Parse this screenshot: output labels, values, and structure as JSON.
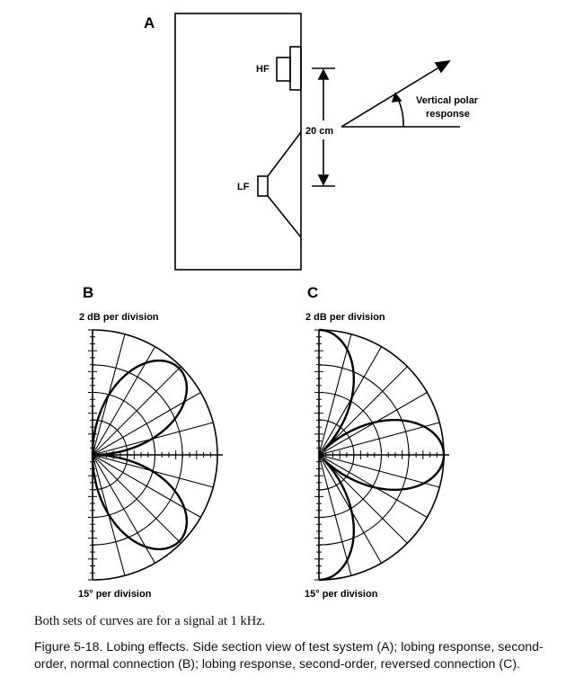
{
  "panel_a": {
    "letter": "A",
    "hf_label": "HF",
    "lf_label": "LF",
    "distance_label": "20 cm",
    "polar_label_line1": "Vertical polar",
    "polar_label_line2": "response"
  },
  "panel_b": {
    "letter": "B",
    "scale_top": "2 dB per division",
    "scale_bottom": "15° per division"
  },
  "panel_c": {
    "letter": "C",
    "scale_top": "2 dB per division",
    "scale_bottom": "15° per division"
  },
  "note": "Both sets of curves are for a signal at 1 kHz.",
  "caption": "Figure 5-18. Lobing effects. Side section view of test system (A); lobing response, second-order, normal connection (B); lobing response, second-order, reversed connection (C)."
}
